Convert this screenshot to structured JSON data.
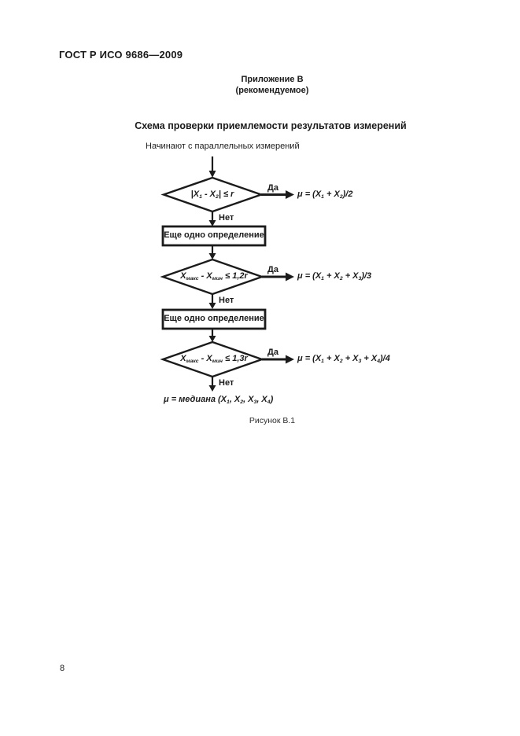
{
  "page": {
    "header": "ГОСТ Р ИСО 9686—2009",
    "annex_line1": "Приложение В",
    "annex_line2": "(рекомендуемое)",
    "title": "Схема проверки приемлемости результатов измерений",
    "page_number": "8"
  },
  "flowchart": {
    "type": "flowchart",
    "start_label": "Начинают с параллельных измерений",
    "decisions": [
      {
        "condition": "|X_{1} - X_{2}| ≤ r",
        "yes_label": "Да",
        "no_label": "Нет",
        "result": "μ = (X_{1} + X_{2})/2"
      },
      {
        "condition": "X_{макс} - X_{мин} ≤ 1,2r",
        "yes_label": "Да",
        "no_label": "Нет",
        "result": "μ = (X_{1} + X_{2} + X_{3})/3"
      },
      {
        "condition": "X_{макс} - X_{мин} ≤ 1,3r",
        "yes_label": "Да",
        "no_label": "Нет",
        "result": "μ = (X_{1} + X_{2} + X_{3} + X_{4})/4"
      }
    ],
    "process_boxes": [
      {
        "label": "Еще одно определение"
      },
      {
        "label": "Еще одно определение"
      }
    ],
    "final_result": "μ = медиана (X_{1}, X_{2}, X_{3}, X_{4})",
    "caption": "Рисунок В.1"
  },
  "colors": {
    "ink": "#1b1b1b",
    "paper": "#ffffff"
  }
}
